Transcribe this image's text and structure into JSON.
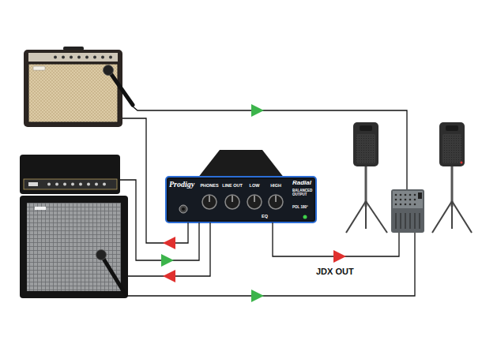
{
  "diagram": {
    "nodes": [
      {
        "text": [
          "Prodigy",
          "PHONES",
          "LINE OUT",
          "LOW",
          "HIGH",
          "EQ",
          "Radial",
          "BALANCED OUTPUT",
          "POL 180°"
        ]
      }
    ],
    "labels": [
      "JDX OUT"
    ]
  }
}
